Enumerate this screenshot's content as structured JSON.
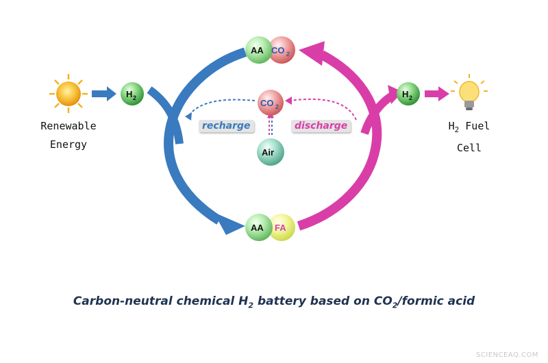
{
  "left": {
    "label_line1": "Renewable",
    "label_line2": "Energy",
    "h2_text": "H",
    "h2_sub": "2"
  },
  "right": {
    "label_line1": "H",
    "label_line1_sub": "2",
    "label_line1_rest": " Fuel",
    "label_line2": "Cell",
    "h2_text": "H",
    "h2_sub": "2"
  },
  "center": {
    "top_aa": "AA",
    "top_co2": "CO",
    "top_co2_sub": "2",
    "bottom_aa": "AA",
    "bottom_fa": "FA",
    "mid_co2": "CO",
    "mid_co2_sub": "2",
    "air": "Air"
  },
  "tags": {
    "recharge": "recharge",
    "discharge": "discharge"
  },
  "caption": {
    "text_before": "Carbon-neutral chemical H",
    "sub": "2",
    "text_middle": " battery based on CO",
    "sub2": "2",
    "text_after": "/formic acid"
  },
  "watermark": "SCIENCEAQ.COM",
  "colors": {
    "blue": "#3a7abf",
    "magenta": "#d93ea8",
    "green": "#39a843",
    "red": "#e08080",
    "yellow": "#e7ef6a",
    "teal": "#6bbfa8",
    "sun": "#f5b21c"
  }
}
